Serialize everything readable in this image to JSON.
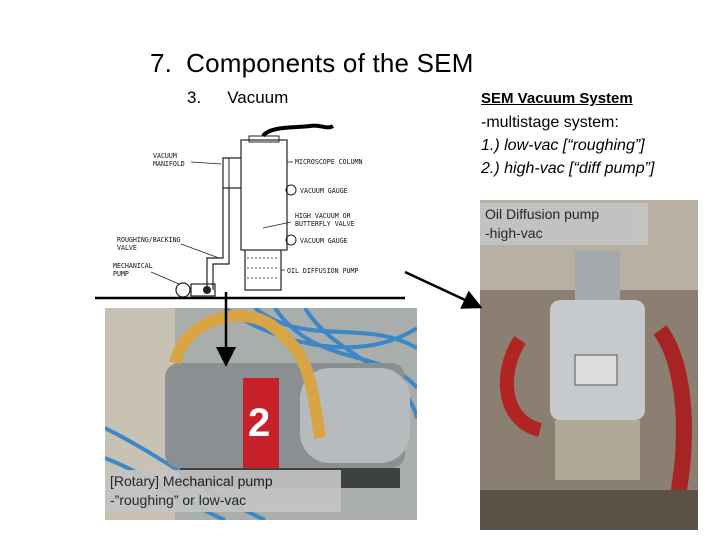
{
  "slide": {
    "title_number": "7.",
    "title": "Components of the SEM",
    "sub_number": "3.",
    "sub_title": "Vacuum"
  },
  "vacuum_system": {
    "heading": "SEM Vacuum System",
    "lines": [
      "-multistage system:",
      "1.) low-vac [“roughing”]",
      "2.) high-vac [“diff pump”]"
    ]
  },
  "diagram": {
    "labels": {
      "vacuum_manifold_1": "VACUUM",
      "vacuum_manifold_2": "MANIFOLD",
      "microscope_column": "MICROSCOPE COLUMN",
      "vacuum_gauge_1": "VACUUM GAUGE",
      "high_vacuum_1": "HIGH VACUUM OR",
      "high_vacuum_2": "BUTTERFLY VALVE",
      "vacuum_gauge_2": "VACUUM GAUGE",
      "roughing_1": "ROUGHING/BACKING",
      "roughing_2": "VALVE",
      "mechanical_1": "MECHANICAL",
      "mechanical_2": "PUMP",
      "oil_diffusion": "OIL DIFFUSION PUMP"
    }
  },
  "photos": {
    "left_caption_1": "[Rotary] Mechanical pump",
    "left_caption_2": "-”roughing” or low-vac",
    "pump_badge": "2",
    "right_caption_1": "Oil Diffusion pump",
    "right_caption_2": "-high-vac"
  },
  "colors": {
    "hose_yellow": "#d7a545",
    "pump_red": "#c8202a",
    "cable_blue": "#3c87c8",
    "caption_bg": "#c4c4c4"
  }
}
